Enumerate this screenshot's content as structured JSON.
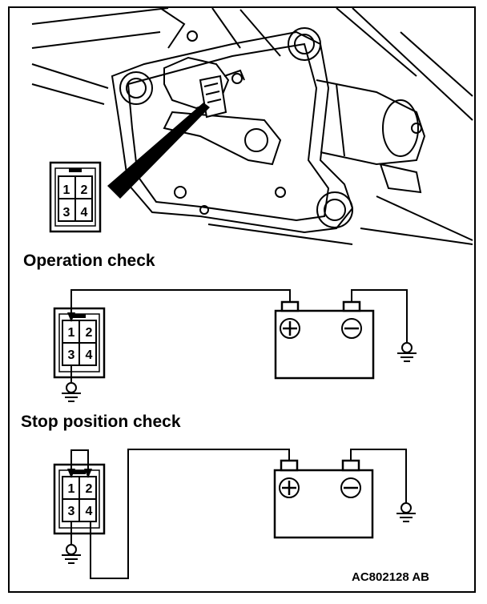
{
  "headings": {
    "operation_check": "Operation check",
    "stop_position_check": "Stop position check"
  },
  "connector_pins": {
    "pin_1": "1",
    "pin_2": "2",
    "pin_3": "3",
    "pin_4": "4"
  },
  "battery": {
    "positive_symbol": "+",
    "negative_symbol": "−"
  },
  "reference_code": "AC802128 AB",
  "icons": [
    "connector-icon",
    "battery-icon",
    "ground-icon",
    "wiper-motor-illustration"
  ]
}
